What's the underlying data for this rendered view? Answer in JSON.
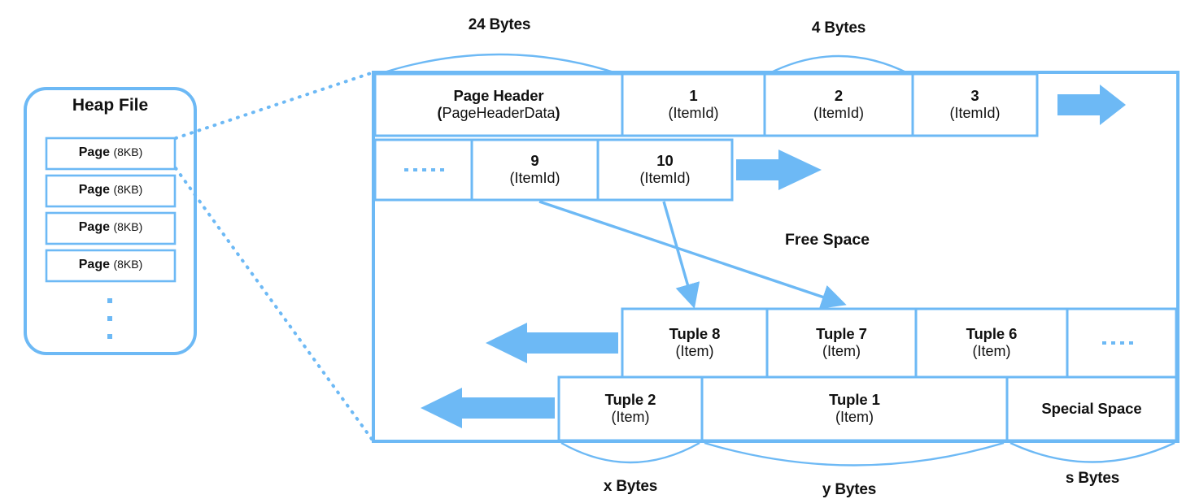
{
  "colors": {
    "accent": "#6DB9F5",
    "accent_line": "#6DB9F5",
    "text": "#111111",
    "background": "#FFFFFF"
  },
  "heap_file": {
    "title": "Heap File",
    "pages": [
      {
        "name": "Page",
        "size": "(8KB)"
      },
      {
        "name": "Page",
        "size": "(8KB)"
      },
      {
        "name": "Page",
        "size": "(8KB)"
      },
      {
        "name": "Page",
        "size": "(8KB)"
      }
    ],
    "ellipsis": "⋮"
  },
  "page_layout": {
    "top_annotations": [
      {
        "id": "page-header-size",
        "label": "24 Bytes"
      },
      {
        "id": "itemid-size",
        "label": "4 Bytes"
      }
    ],
    "bottom_annotations": [
      {
        "id": "tuple2-size",
        "label": "x Bytes"
      },
      {
        "id": "tuple1-size",
        "label": "y Bytes"
      },
      {
        "id": "special-space-size",
        "label": "s Bytes"
      }
    ],
    "header_row": [
      {
        "id": "page-header",
        "main": "Page Header",
        "sub": "(PageHeaderData)",
        "sub_bold_parens": true
      },
      {
        "id": "itemid-1",
        "main": "1",
        "sub": "(ItemId)"
      },
      {
        "id": "itemid-2",
        "main": "2",
        "sub": "(ItemId)"
      },
      {
        "id": "itemid-3",
        "main": "3",
        "sub": "(ItemId)"
      }
    ],
    "second_row": [
      {
        "id": "itemid-ellipsis",
        "main": "",
        "sub": "",
        "dots": true
      },
      {
        "id": "itemid-9",
        "main": "9",
        "sub": "(ItemId)"
      },
      {
        "id": "itemid-10",
        "main": "10",
        "sub": "(ItemId)"
      }
    ],
    "free_space_label": "Free Space",
    "tuple_row_upper": [
      {
        "id": "tuple-8",
        "main": "Tuple 8",
        "sub": "(Item)"
      },
      {
        "id": "tuple-7",
        "main": "Tuple 7",
        "sub": "(Item)"
      },
      {
        "id": "tuple-6",
        "main": "Tuple 6",
        "sub": "(Item)"
      },
      {
        "id": "tuple-upper-ellipsis",
        "main": "",
        "sub": "",
        "dots": true
      }
    ],
    "tuple_row_lower": [
      {
        "id": "tuple-2",
        "main": "Tuple 2",
        "sub": "(Item)"
      },
      {
        "id": "tuple-1",
        "main": "Tuple 1",
        "sub": "(Item)"
      },
      {
        "id": "special-space",
        "main": "Special Space",
        "sub": ""
      }
    ],
    "flow_arrows": {
      "itemid_row1": "arrow-right-icon",
      "itemid_row2": "arrow-right-icon",
      "tuple_row_upper": "arrow-left-icon",
      "tuple_row_lower": "arrow-left-icon"
    },
    "pointer_arrows": [
      {
        "id": "pointer-9-to-tuple7",
        "from": "itemid-9",
        "to": "tuple-7"
      },
      {
        "id": "pointer-10-to-tuple8",
        "from": "itemid-10",
        "to": "tuple-8"
      }
    ]
  }
}
